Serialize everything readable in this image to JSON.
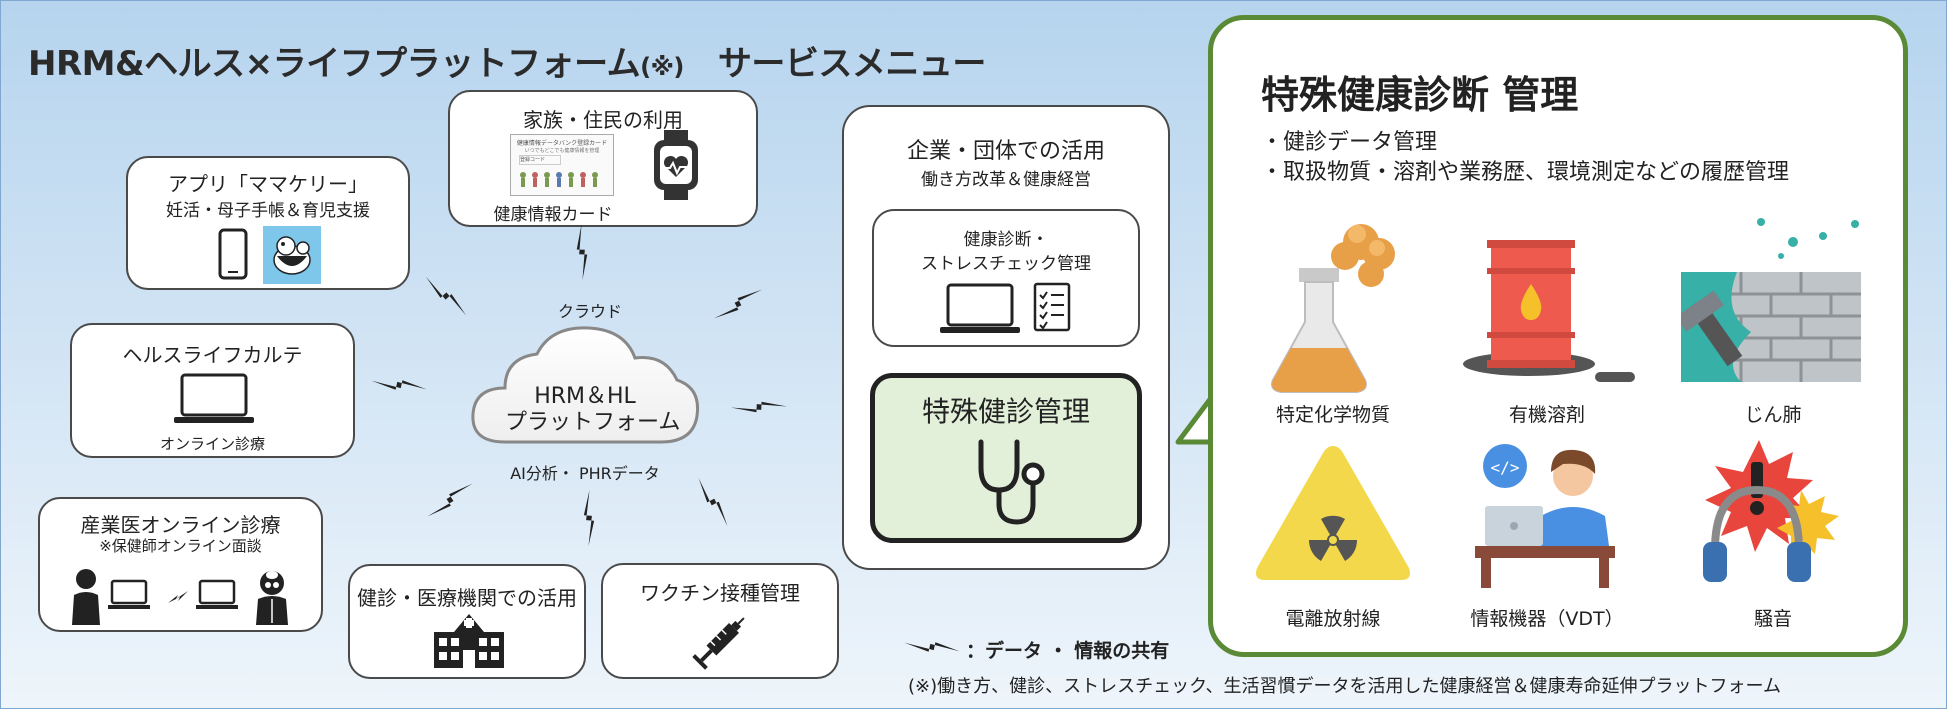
{
  "title": {
    "main": "HRM&ヘルス×ライフプラットフォーム",
    "note": "(※)",
    "sub": "サービスメニュー"
  },
  "family": {
    "title": "家族・住民の利用",
    "card_caption": "健康情報カード",
    "card_title": "健康情報データバンク登録カード",
    "card_sub": "いつでもどこでも健康情報を管理",
    "card_label": "登録コード"
  },
  "mamakely": {
    "title": "アプリ「ママケリー」",
    "subtitle": "妊活・母子手帳＆育児支援"
  },
  "karte": {
    "title": "ヘルスライフカルテ",
    "caption": "オンライン診療"
  },
  "sangyoui": {
    "title": "産業医オンライン診療",
    "subtitle": "※保健師オンライン面談"
  },
  "kenshin": {
    "title": "健診・医療機関での活用"
  },
  "vaccine": {
    "title": "ワクチン接種管理"
  },
  "cloud": {
    "top": "クラウド",
    "line1": "HRM＆HL",
    "line2": "プラットフォーム",
    "bottom": "AI分析・ PHRデータ"
  },
  "corp": {
    "title": "企業・団体での活用",
    "subtitle": "働き方改革＆健康経営",
    "stress_line1": "健康診断・",
    "stress_line2": "ストレスチェック管理",
    "special": "特殊健診管理"
  },
  "legend": {
    "text": "：データ ・ 情報の共有"
  },
  "footnote": "(※)働き方、健診、ストレスチェック、生活習慣データを活用した健康経営＆健康寿命延伸プラットフォーム",
  "panel": {
    "title": "特殊健康診断 管理",
    "bullet1": "・健診データ管理",
    "bullet2": "・取扱物質・溶剤や業務歴、環境測定などの履歴管理",
    "items": [
      {
        "label": "特定化学物質",
        "icon": "flask-icon"
      },
      {
        "label": "有機溶剤",
        "icon": "barrel-icon"
      },
      {
        "label": "じん肺",
        "icon": "brick-wall-icon"
      },
      {
        "label": "電離放射線",
        "icon": "radiation-icon"
      },
      {
        "label": "情報機器（VDT）",
        "icon": "vdt-worker-icon"
      },
      {
        "label": "騒音",
        "icon": "noise-headphones-icon"
      }
    ]
  },
  "colors": {
    "green_border": "#5a8a36",
    "special_fill": "#e3f0d9",
    "bolt": "#222222"
  }
}
